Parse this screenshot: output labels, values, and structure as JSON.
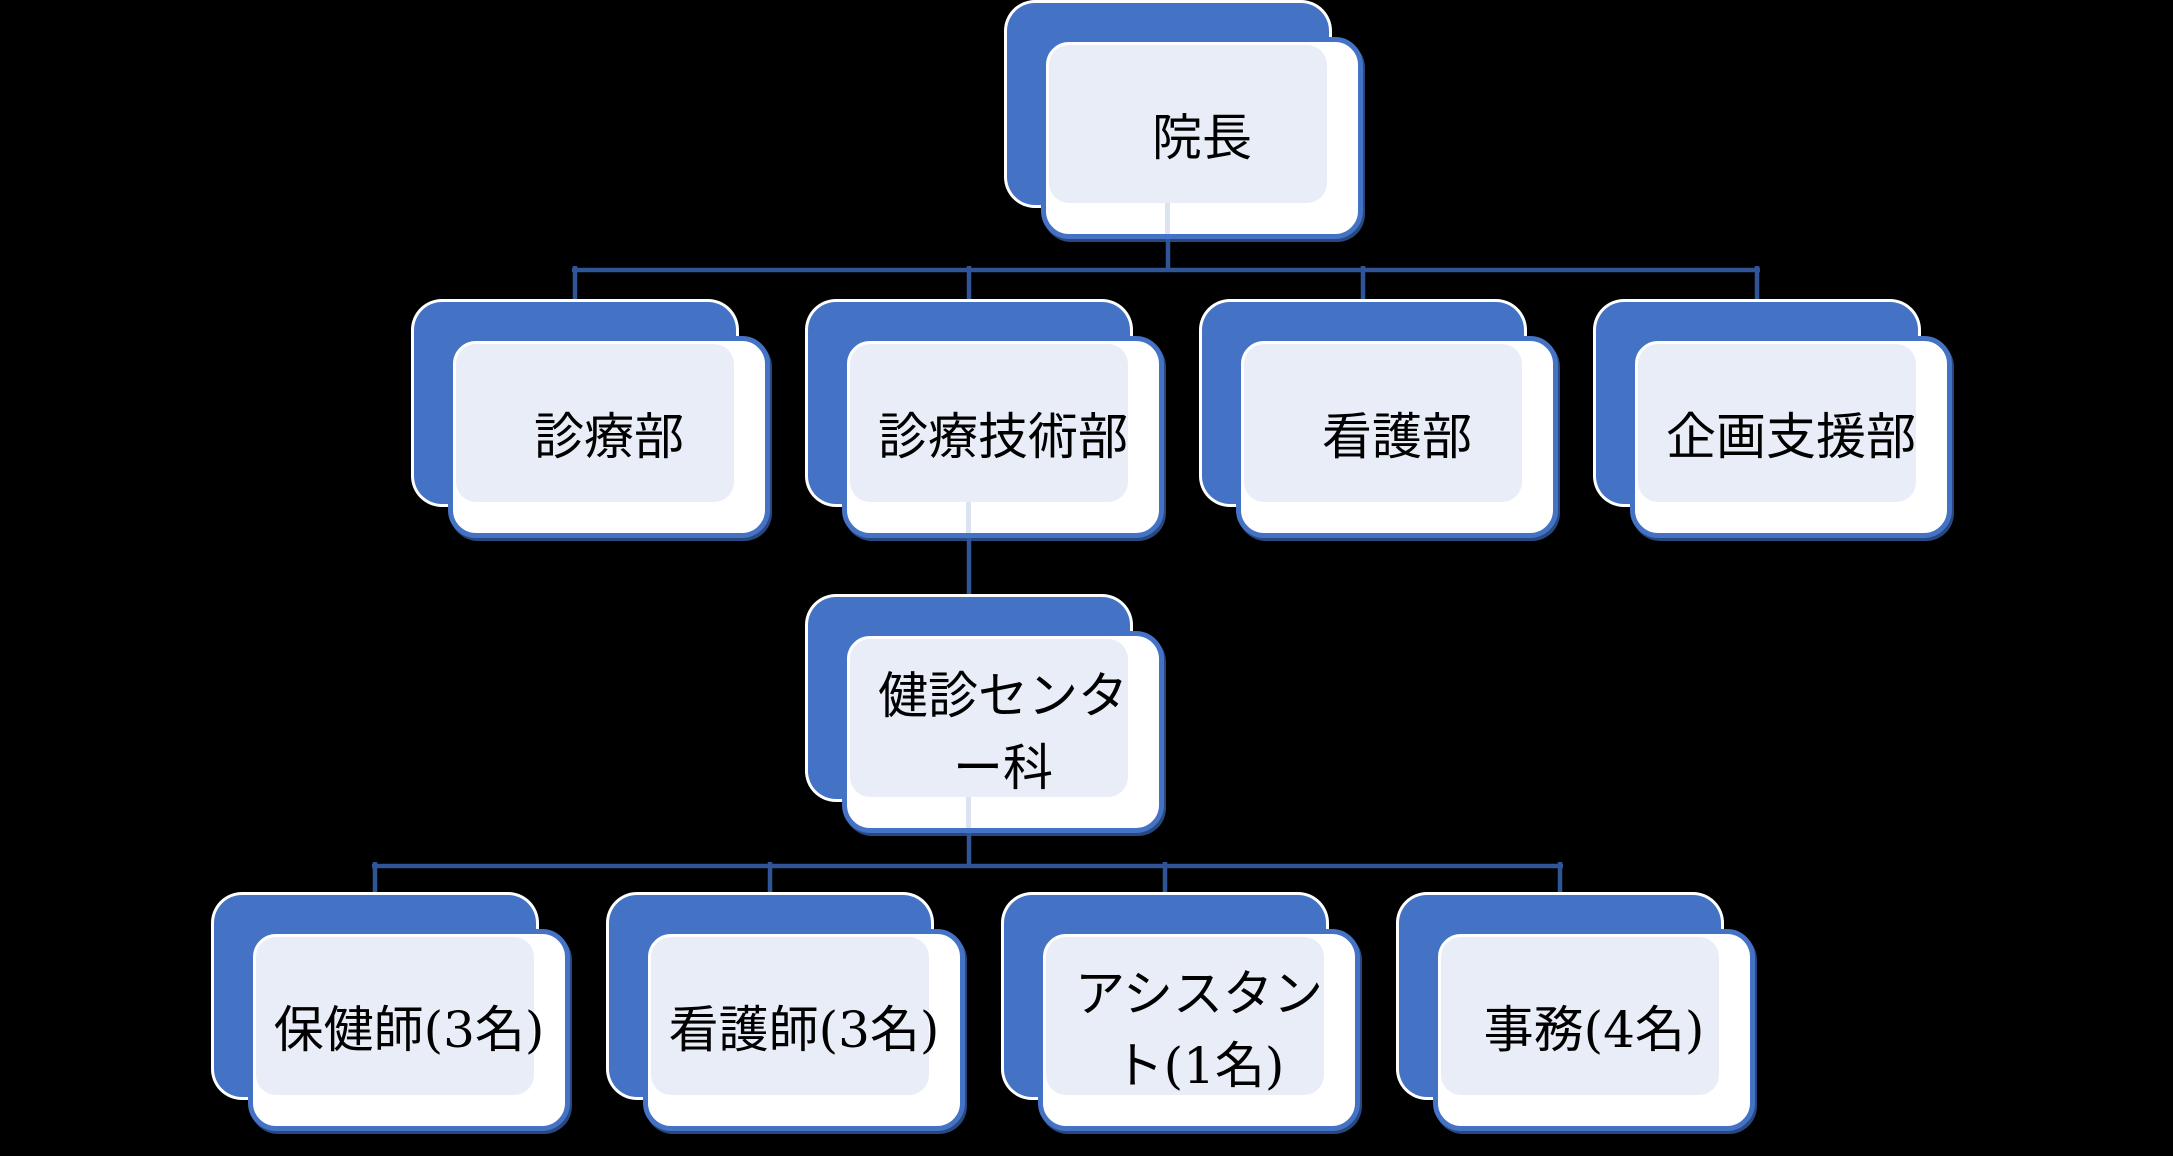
{
  "diagram": {
    "type": "org-chart",
    "background": "#000000",
    "hierarchy": {
      "root": "院長",
      "children_of_root": [
        "診療部",
        "診療技術部",
        "看護部",
        "企画支援部"
      ],
      "children_of_診療技術部": [
        "健診センター科"
      ],
      "children_of_健診センター科": [
        "保健師(3名)",
        "看護師(3名)",
        "アシスタント(1名)",
        "事務(4名)"
      ]
    }
  },
  "colors": {
    "box_accent": "#4472C4",
    "card_fill": "#FFFFFF",
    "card_inner_fill": "#E9EDF7",
    "card_border": "#4472C4",
    "back_box_outline": "#FFFFFF",
    "connector": "#2F5597",
    "text": "#000000"
  },
  "nodes": {
    "director": {
      "label": "院長",
      "lines": [
        "院長"
      ]
    },
    "medical": {
      "label": "診療部",
      "lines": [
        "診療部"
      ]
    },
    "medtech": {
      "label": "診療技術部",
      "lines": [
        "診療技術部"
      ]
    },
    "nursing": {
      "label": "看護部",
      "lines": [
        "看護部"
      ]
    },
    "planning": {
      "label": "企画支援部",
      "lines": [
        "企画支援部"
      ]
    },
    "checkup_center": {
      "label": "健診センター科",
      "lines": [
        "健診センタ",
        "ー科"
      ]
    },
    "health_nurses": {
      "label": "保健師(3名)",
      "lines": [
        "保健師(3名)"
      ]
    },
    "nurses": {
      "label": "看護師(3名)",
      "lines": [
        "看護師(3名)"
      ]
    },
    "assistant": {
      "label": "アシスタント(1名)",
      "lines": [
        "アシスタン",
        "ト(1名)"
      ]
    },
    "clerical": {
      "label": "事務(4名)",
      "lines": [
        "事務(4名)"
      ]
    }
  }
}
